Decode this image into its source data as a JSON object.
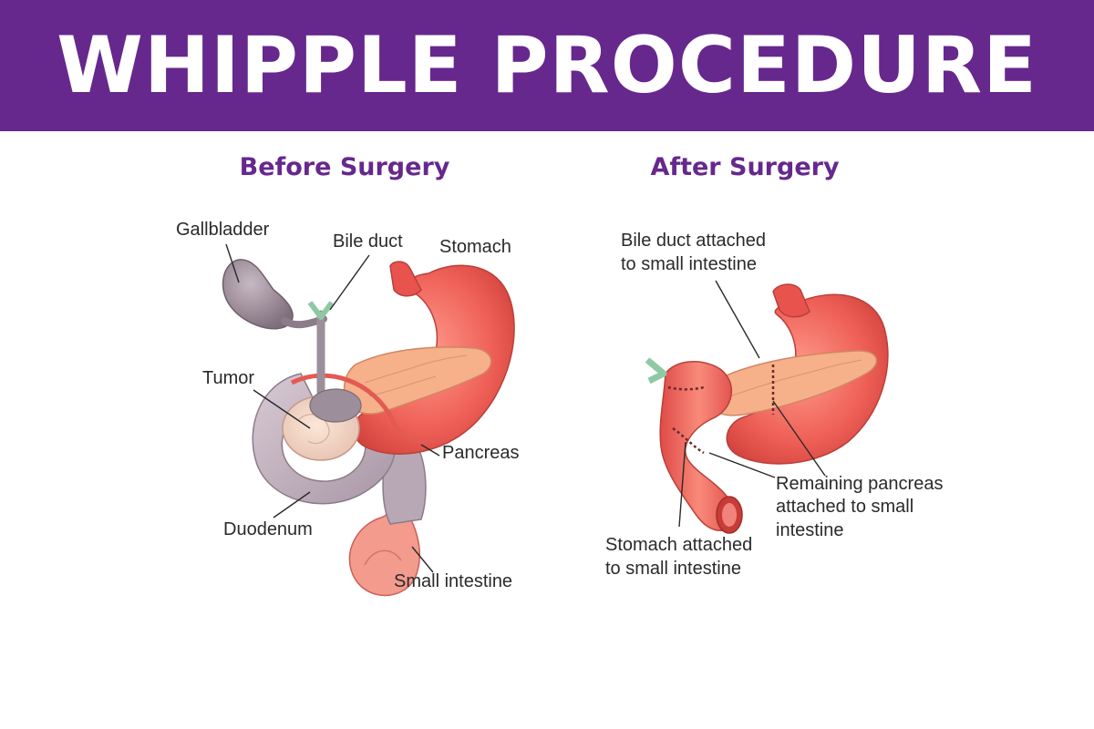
{
  "header": {
    "title": "WHIPPLE PROCEDURE"
  },
  "colors": {
    "banner": "#66288d",
    "subtitle": "#66288d",
    "stomach": "#ee5f56",
    "pancreas": "#f6b08a",
    "gallbladder": "#9a8a97",
    "duodenum": "#b8a8b6",
    "bile_duct": "#8fc9a4"
  },
  "before": {
    "title": "Before Surgery",
    "labels": {
      "gallbladder": "Gallbladder",
      "bile_duct": "Bile duct",
      "stomach": "Stomach",
      "tumor": "Tumor",
      "pancreas": "Pancreas",
      "duodenum": "Duodenum",
      "small_intestine": "Small intestine"
    }
  },
  "after": {
    "title": "After Surgery",
    "labels": {
      "bile_duct_l1": "Bile duct attached",
      "bile_duct_l2": "to small intestine",
      "pancreas_l1": "Remaining pancreas",
      "pancreas_l2": "attached to small",
      "pancreas_l3": "intestine",
      "stomach_l1": "Stomach attached",
      "stomach_l2": "to small intestine"
    }
  }
}
